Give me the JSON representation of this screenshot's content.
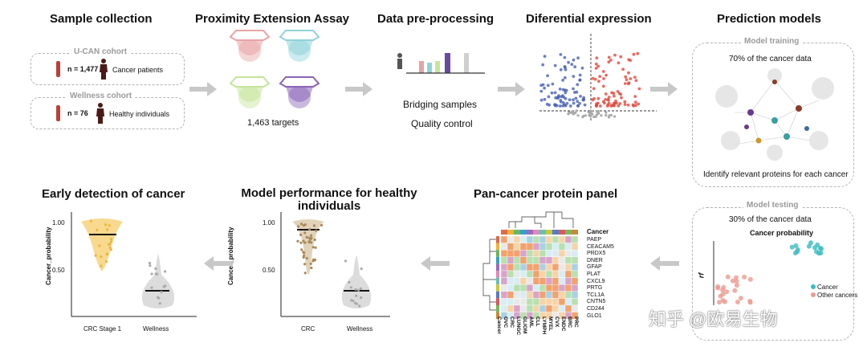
{
  "steps": {
    "sample_collection": "Sample collection",
    "pea": "Proximity Extension Assay",
    "preprocessing": "Data pre-processing",
    "diff_expr": "Diferential expression",
    "prediction_models": "Prediction models",
    "pan_cancer": "Pan-cancer protein panel",
    "model_performance": "Model performance for healthy individuals",
    "early_detection": "Early detection of cancer"
  },
  "cohorts": {
    "ucan": {
      "title": "U-CAN cohort",
      "n": "n = 1,477",
      "label": "Cancer patients"
    },
    "wellness": {
      "title": "Wellness cohort",
      "n": "n = 76",
      "label": "Healthy individuals"
    }
  },
  "pea_targets": "1,463 targets",
  "preprocessing_items": [
    "Bridging samples",
    "Quality control"
  ],
  "training": {
    "title": "Model training",
    "subtitle": "70% of the cancer data",
    "caption": "Identify relevant proteins for each cancer"
  },
  "testing": {
    "title": "Model testing",
    "subtitle": "30% of the cancer data",
    "plot_title": "Cancer probability",
    "axis_mark": "rf",
    "legend": [
      "Cancer",
      "Other cancers"
    ]
  },
  "heatmap": {
    "legend_label": "Cancer",
    "proteins": [
      "PAEP",
      "CEACAM5",
      "PRDX5",
      "DNER",
      "GFAP",
      "PLAT",
      "CXCL9",
      "PRTG",
      "TCL1A",
      "CNTN5",
      "CD244",
      "GLO1"
    ],
    "cancers": [
      "Cancer",
      "OVC",
      "CRC",
      "LUNGC",
      "GLIOM",
      "AML",
      "CLL",
      "LYMPH",
      "MYEL",
      "CVX",
      "ENDC",
      "BRC",
      "PRC"
    ]
  },
  "violin_left": {
    "ylabel": "Cancer_probability",
    "yticks": [
      "1.00",
      "0.50"
    ],
    "categories": [
      "CRC Stage 1",
      "Wellness"
    ]
  },
  "violin_mid": {
    "ylabel": "Cancer_probability",
    "yticks": [
      "1.00",
      "0.50"
    ],
    "categories": [
      "CRC",
      "Wellness"
    ]
  },
  "watermark": "知乎 @欧易生物",
  "colors": {
    "pea_plates": [
      "#e8a3a5",
      "#8fd3da",
      "#c6e59a",
      "#8a64b8"
    ],
    "volcano_up": "#e3473c",
    "volcano_down": "#4a62b4",
    "cancer_point": "#3bbcc0",
    "other_point": "#ec9a90",
    "violin_cancer": "#f7d27a",
    "violin_wellness": "#dcdcdc"
  }
}
